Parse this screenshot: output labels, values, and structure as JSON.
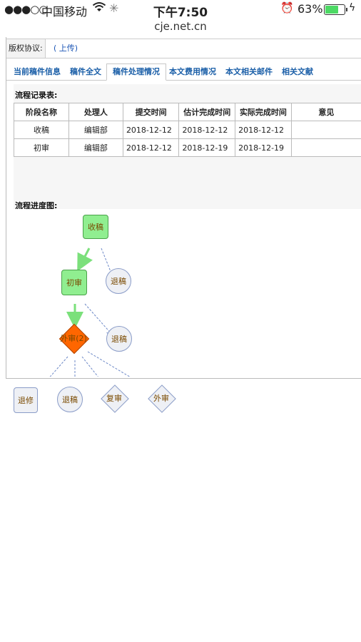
{
  "status_bar": {
    "signal": "●●●○○",
    "carrier": "中国移动",
    "wifi_icon": "wifi-icon",
    "loading_icon": "spinner-icon",
    "time": "下午7:50",
    "alarm_icon": "alarm-clock-icon",
    "battery_percent": "63%",
    "battery_level": 0.63,
    "charging_icon": "bolt-icon"
  },
  "browser": {
    "url": "cje.net.cn"
  },
  "license": {
    "label": "版权协议:",
    "value": "( 上传)"
  },
  "tabs": [
    {
      "label": "当前稿件信息",
      "active": false
    },
    {
      "label": "稿件全文",
      "active": false
    },
    {
      "label": "稿件处理情况",
      "active": true
    },
    {
      "label": "本文费用情况",
      "active": false
    },
    {
      "label": "本文相关邮件",
      "active": false
    },
    {
      "label": "相关文献",
      "active": false
    }
  ],
  "flow_table": {
    "title": "流程记录表:",
    "headers": [
      "阶段名称",
      "处理人",
      "提交时间",
      "估计完成时间",
      "实际完成时间",
      "意见"
    ],
    "rows": [
      [
        "收稿",
        "编辑部",
        "2018-12-12",
        "2018-12-12",
        "2018-12-12",
        ""
      ],
      [
        "初审",
        "编辑部",
        "2018-12-12",
        "2018-12-19",
        "2018-12-19",
        ""
      ]
    ]
  },
  "flow_diagram": {
    "title": "流程进度图:",
    "nodes": {
      "received": "收稿",
      "reject1": "退稿",
      "first_review": "初审",
      "reject2": "退稿",
      "external_review": "外审(2)",
      "revise": "退修",
      "reject3": "退稿",
      "re_review": "复审",
      "external_review_2": "外审"
    },
    "colors": {
      "done": "#90ee90",
      "current": "#ff6600",
      "pending": "#eef0f5",
      "done_edge": "#7be07b",
      "pending_edge": "#6d89c7"
    }
  }
}
